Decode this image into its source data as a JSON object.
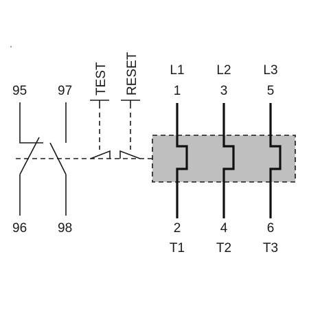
{
  "aux_contacts": {
    "nc_top": "95",
    "nc_bottom": "96",
    "no_top": "97",
    "no_bottom": "98"
  },
  "buttons": {
    "test": "TEST",
    "reset": "RESET"
  },
  "poles": [
    {
      "line_label": "L1",
      "line_num": "1",
      "load_num": "2",
      "load_label": "T1"
    },
    {
      "line_label": "L2",
      "line_num": "3",
      "load_num": "4",
      "load_label": "T2"
    },
    {
      "line_label": "L3",
      "line_num": "5",
      "load_num": "6",
      "load_label": "T3"
    }
  ],
  "colors": {
    "ink": "#1a1a1a",
    "thermal_box": "#bfbfbf"
  }
}
